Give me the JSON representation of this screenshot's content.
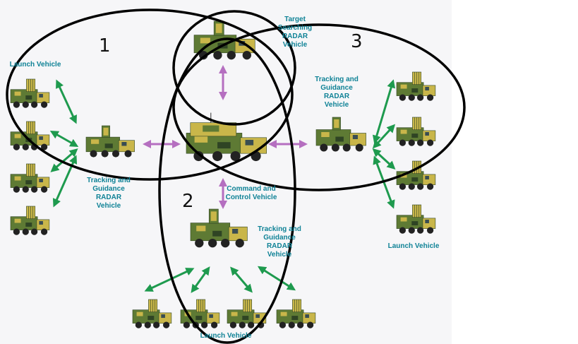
{
  "labels": {
    "target_radar": "Target\nSearching\nRADAR\nVehicle",
    "command": "Command and\nControl Vehicle",
    "tracking_left": "Tracking and\nGuidance\nRADAR\nVehicle",
    "tracking_right": "Tracking and\nGuidance\nRADAR\nVehicle",
    "tracking_bottom": "Tracking and\nGuidance\nRADAR\nVehicle",
    "launch_left": "Launch Vehicle",
    "launch_right": "Launch Vehicle",
    "launch_bottom": "Launch Vehicle"
  },
  "annotations": {
    "group_1": "1",
    "group_2": "2",
    "group_3": "3"
  },
  "colors": {
    "label_text": "#0f8296",
    "arrow_green": "#1e9a4e",
    "arrow_purple": "#b56fc0",
    "ellipse": "#000000",
    "camo_green": "#5e7a34",
    "camo_tan": "#c9b64a",
    "camo_dark": "#2f4424"
  },
  "icons": {
    "launcher": "missile-launcher-truck-icon",
    "radar": "radar-truck-icon",
    "command": "command-truck-icon"
  }
}
